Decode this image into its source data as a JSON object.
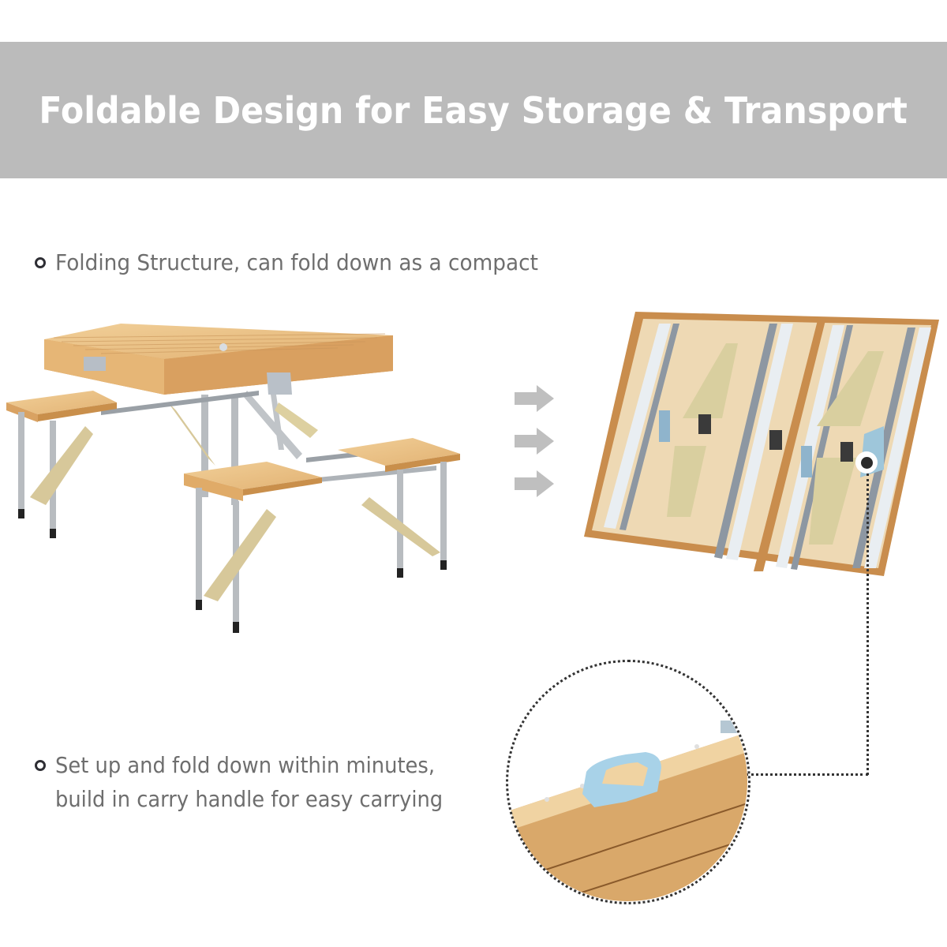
{
  "banner": {
    "title": "Foldable Design for Easy Storage & Transport",
    "background": "#bbbbbb",
    "text_color": "#ffffff"
  },
  "bullets": [
    {
      "icon": "ring-bullet-icon",
      "text": "Folding Structure, can fold down as a compact"
    },
    {
      "icon": "ring-bullet-icon",
      "lines": [
        "Set up and fold down within minutes,",
        "build in carry handle for easy carrying"
      ]
    }
  ],
  "images": {
    "open_table": "unfolded-wooden-picnic-table-with-four-seats",
    "folded_table": "folded-picnic-table-case-interior",
    "handle_detail": "carry-handle-closeup"
  },
  "arrows": {
    "count": 3,
    "icon": "arrow-right-icon",
    "color": "#bfbfbf"
  },
  "colors": {
    "bullet_text": "#6e6e6e",
    "bullet_ring": "#2e2e34",
    "wood": "#e3b77a",
    "wood_dark": "#c48a4a",
    "aluminum": "#b9bec4",
    "plastic_beige": "#d6cb9c",
    "handle_blue": "#a9d3e6",
    "connector": "#333333"
  }
}
